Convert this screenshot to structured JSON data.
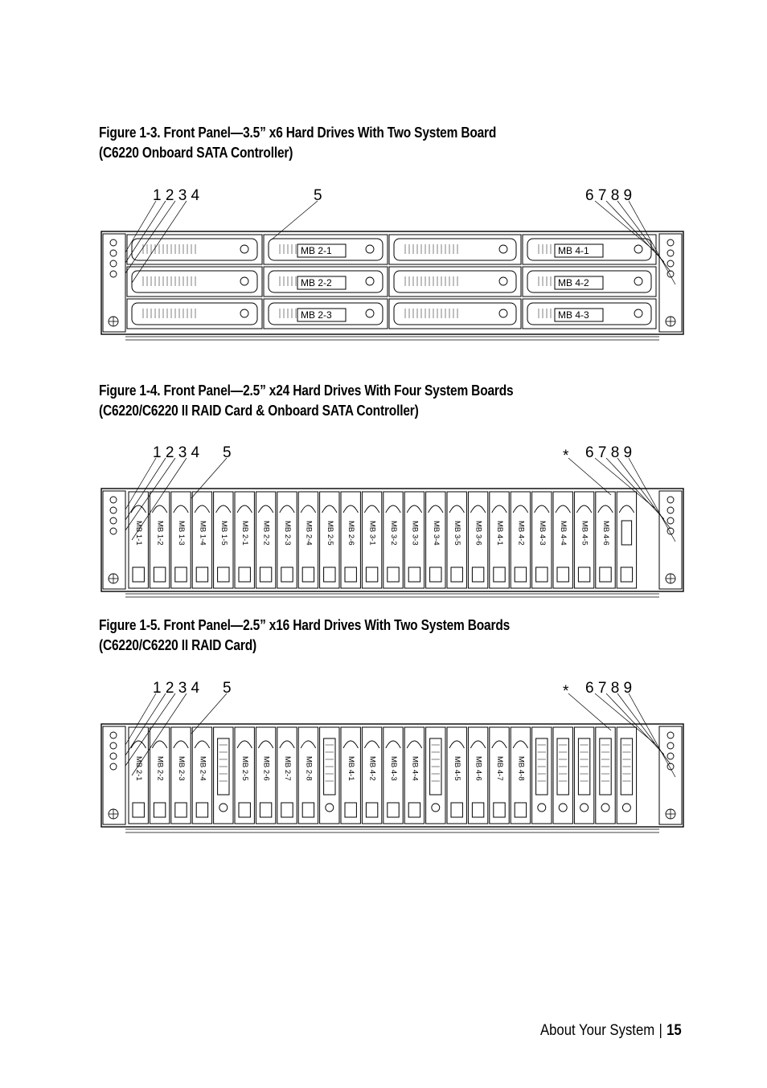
{
  "figures": [
    {
      "id": "fig13",
      "caption_lines": [
        "Figure 1-3.   Front Panel—3.5” x6 Hard Drives With Two System Board",
        " (C6220 Onboard SATA Controller)"
      ],
      "callouts_left": "1 2 3 4",
      "callout_mid": "5",
      "callout_star": "",
      "callouts_right": "6 7 8 9",
      "bay_labels": [
        "MB 2-1",
        "MB 2-2",
        "MB 2-3",
        "MB 4-1",
        "MB 4-2",
        "MB 4-3"
      ]
    },
    {
      "id": "fig14",
      "caption_lines": [
        "Figure 1-4.   Front Panel—2.5” x24 Hard Drives With Four  System Boards",
        " (C6220/C6220 II RAID Card & Onboard SATA Controller)"
      ],
      "callouts_left": "1 2 3 4",
      "callout_mid": "5",
      "callout_star": "*",
      "callouts_right": "6 7 8 9",
      "bay_labels": [
        "MB 1-1",
        "MB 1-2",
        "MB 1-3",
        "MB 1-4",
        "MB 1-5",
        "MB 2-1",
        "MB 2-2",
        "MB 2-3",
        "MB 2-4",
        "MB 2-5",
        "MB 2-6",
        "MB 3-1",
        "MB 3-2",
        "MB 3-3",
        "MB 3-4",
        "MB 3-5",
        "MB 3-6",
        "MB 4-1",
        "MB 4-2",
        "MB 4-3",
        "MB 4-4",
        "MB 4-5",
        "MB 4-6"
      ]
    },
    {
      "id": "fig15",
      "caption_lines": [
        "Figure 1-5.   Front Panel—2.5” x16 Hard Drives With Two System Boards",
        "(C6220/C6220 II RAID Card)"
      ],
      "callouts_left": "1 2 3 4",
      "callout_mid": "5",
      "callout_star": "*",
      "callouts_right": "6 7 8 9",
      "bay_labels": [
        "MB 2-1",
        "MB 2-2",
        "MB 2-3",
        "MB 2-4",
        "MB 2-5",
        "MB 2-6",
        "MB 2-7",
        "MB 2-8",
        "MB 4-1",
        "MB 4-2",
        "MB 4-3",
        "MB 4-4",
        "MB 4-5",
        "MB 4-6",
        "MB 4-7",
        "MB 4-8"
      ]
    }
  ],
  "footer": {
    "section": "About Your System",
    "separator": "|",
    "page_number": "15"
  }
}
